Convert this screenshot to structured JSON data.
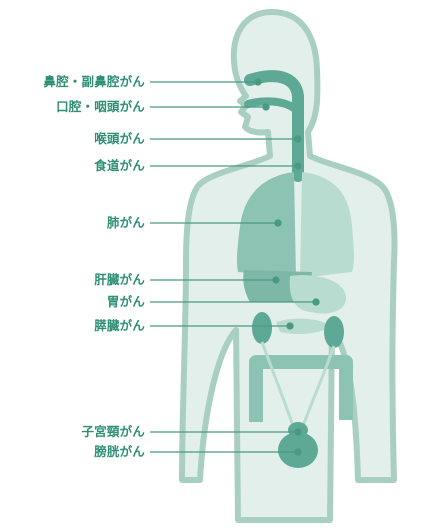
{
  "labels": [
    {
      "id": "nasal",
      "text": "鼻腔・副鼻腔がん"
    },
    {
      "id": "oral",
      "text": "口腔・咽頭がん"
    },
    {
      "id": "larynx",
      "text": "喉頭がん"
    },
    {
      "id": "esophagus",
      "text": "食道がん"
    },
    {
      "id": "lung",
      "text": "肺がん"
    },
    {
      "id": "liver",
      "text": "肝臓がん"
    },
    {
      "id": "stomach",
      "text": "胃がん"
    },
    {
      "id": "pancreas",
      "text": "膵臓がん"
    },
    {
      "id": "cervix",
      "text": "子宮頸がん"
    },
    {
      "id": "bladder",
      "text": "膀胱がん"
    }
  ],
  "colors": {
    "body_outline": "#a9cfc2",
    "body_fill": "#e3efea",
    "organ_dark": "#5ea995",
    "organ_mid": "#8cc3b3",
    "organ_light": "#b9dcd0",
    "line": "#4a9983",
    "text": "#2f8f76"
  }
}
